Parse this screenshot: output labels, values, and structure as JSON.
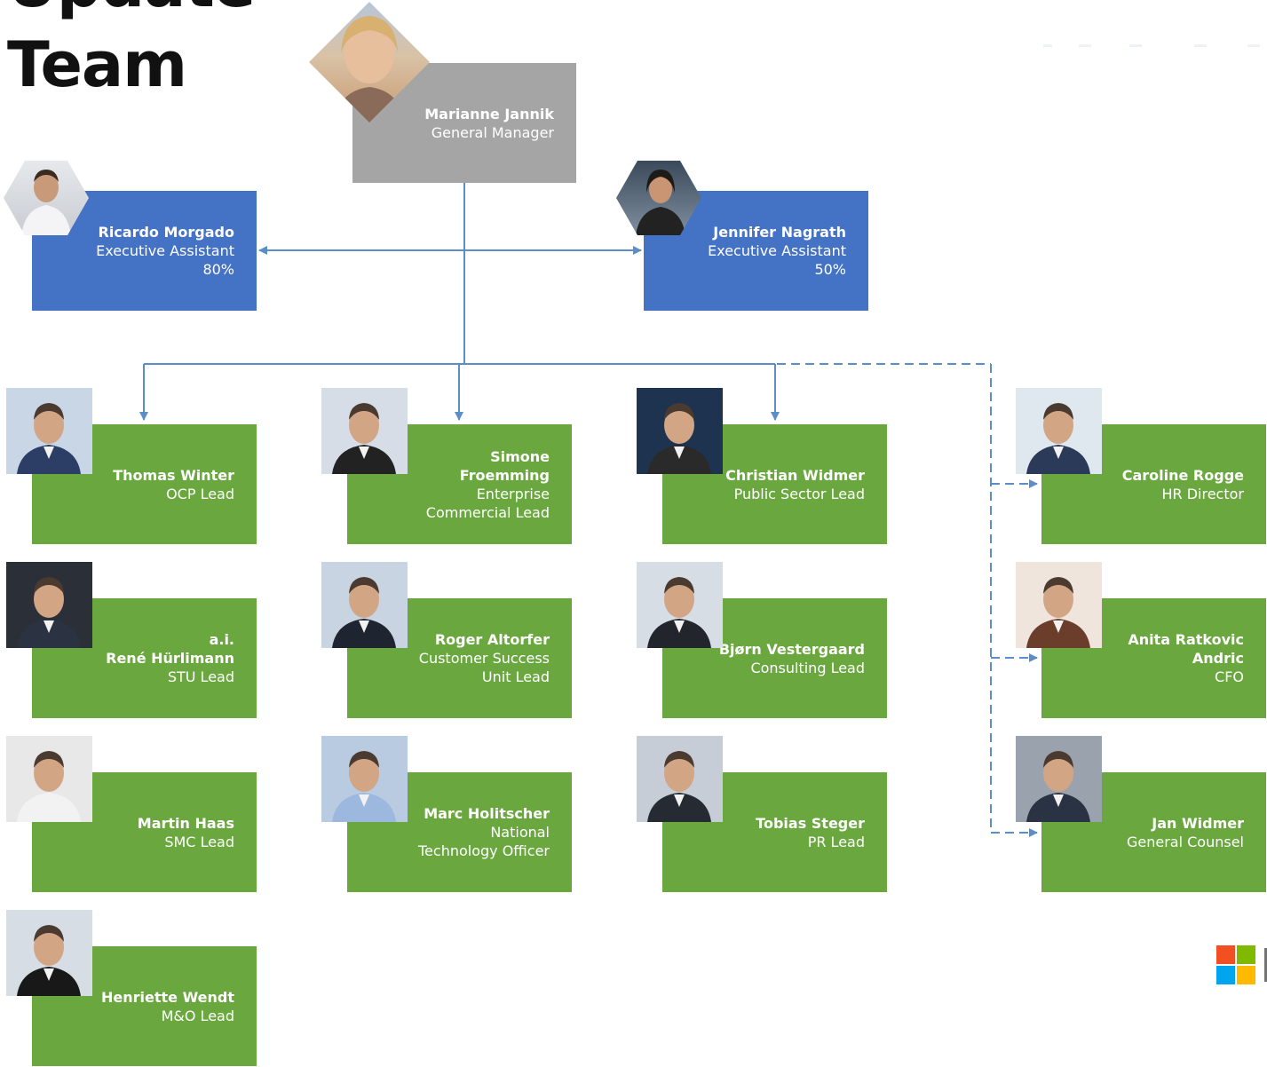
{
  "title": {
    "line1": "Update",
    "line2": "Team"
  },
  "manager": {
    "name": "Marianne Jannik",
    "role": "General Manager"
  },
  "assistants": [
    {
      "name": "Ricardo Morgado",
      "role": "Executive Assistant",
      "share": "80%"
    },
    {
      "name": "Jennifer Nagrath",
      "role": "Executive Assistant",
      "share": "50%"
    }
  ],
  "team": [
    {
      "lines": [
        "Thomas Winter"
      ],
      "role": [
        "OCP Lead"
      ]
    },
    {
      "lines": [
        "Simone",
        "Froemming"
      ],
      "role": [
        "Enterprise",
        "Commercial Lead"
      ]
    },
    {
      "lines": [
        "Christian Widmer"
      ],
      "role": [
        "Public Sector Lead"
      ]
    },
    {
      "lines": [
        "Caroline Rogge"
      ],
      "role": [
        "HR Director"
      ]
    },
    {
      "lines": [
        "a.i.",
        "René Hürlimann"
      ],
      "role": [
        "STU Lead"
      ]
    },
    {
      "lines": [
        "Roger Altorfer"
      ],
      "role": [
        "Customer Success",
        "Unit Lead"
      ]
    },
    {
      "lines": [
        "Bjørn Vestergaard"
      ],
      "role": [
        "Consulting Lead"
      ]
    },
    {
      "lines": [
        "Anita Ratkovic",
        "Andric"
      ],
      "role": [
        "CFO"
      ]
    },
    {
      "lines": [
        "Martin Haas"
      ],
      "role": [
        "SMC Lead"
      ]
    },
    {
      "lines": [
        "Marc Holitscher"
      ],
      "role": [
        "National",
        "Technology Officer"
      ]
    },
    {
      "lines": [
        "Tobias Steger"
      ],
      "role": [
        "PR Lead"
      ]
    },
    {
      "lines": [
        "Jan Widmer"
      ],
      "role": [
        "General Counsel"
      ]
    },
    {
      "lines": [
        "Henriette Wendt"
      ],
      "role": [
        "M&O Lead"
      ]
    }
  ],
  "colors": {
    "green": "#6aa83f",
    "blue": "#4472c4",
    "gray": "#a5a5a5",
    "connector": "#5b8ec9"
  },
  "icons": [
    "microsoft-logo-icon"
  ]
}
